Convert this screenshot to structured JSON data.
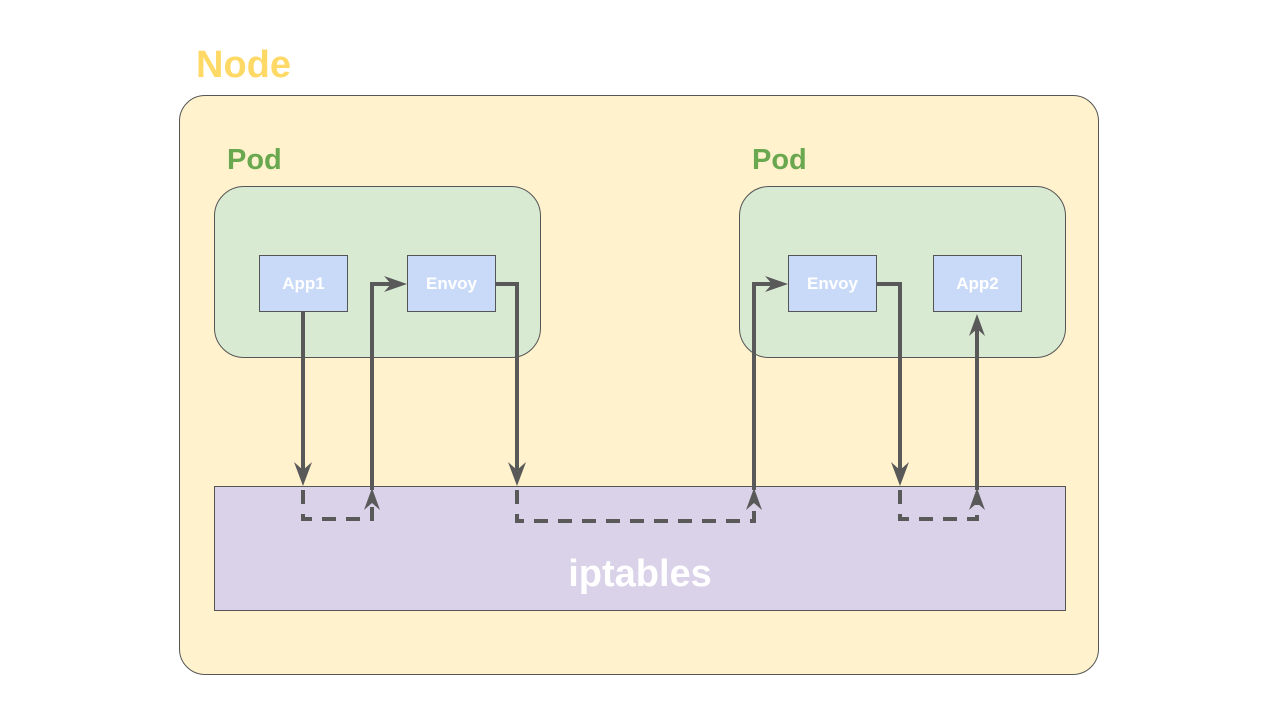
{
  "node": {
    "label": "Node",
    "color": "#ffd966",
    "fill": "#fff2cc"
  },
  "pods": [
    {
      "label": "Pod",
      "boxes": [
        "App1",
        "Envoy"
      ]
    },
    {
      "label": "Pod",
      "boxes": [
        "Envoy",
        "App2"
      ]
    }
  ],
  "pod_style": {
    "label_color": "#6aa84f",
    "fill": "#d9ead3"
  },
  "box_fill": "#c9daf8",
  "iptables": {
    "label": "iptables",
    "fill": "#d9d2e9"
  },
  "arrow_color": "#595959",
  "flows": [
    "App1 -> iptables",
    "iptables -> Envoy (pod 1)",
    "Envoy (pod 1) -> iptables",
    "iptables -> Envoy (pod 2)",
    "Envoy (pod 2) -> iptables",
    "iptables -> App2"
  ]
}
